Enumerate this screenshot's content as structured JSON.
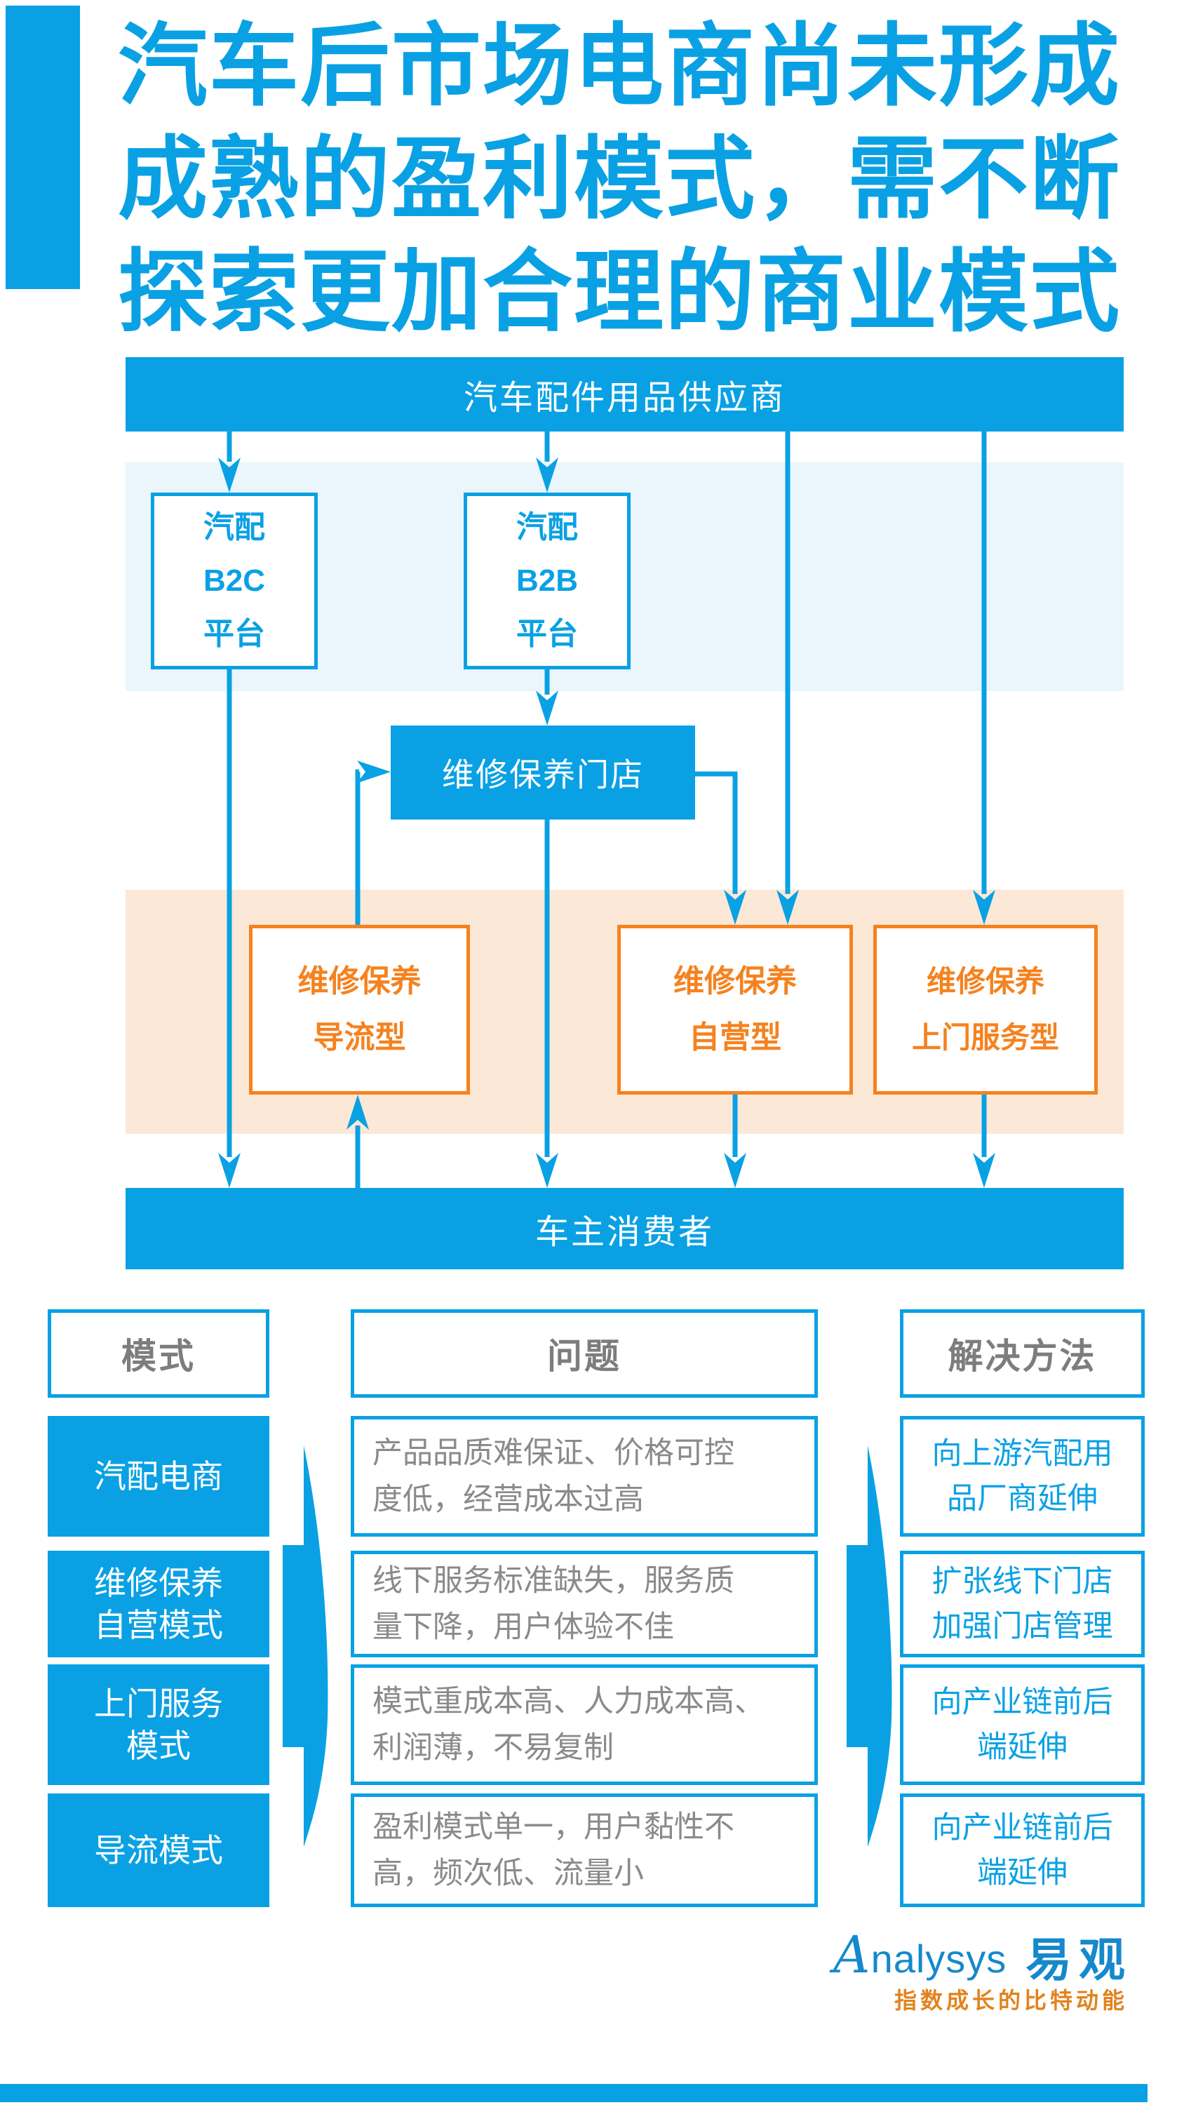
{
  "title": {
    "lines": [
      "汽车后市场电商尚未形成",
      "成熟的盈利模式，需不断",
      "探索更加合理的商业模式"
    ]
  },
  "flow": {
    "supplier_label": "汽车配件用品供应商",
    "b2c_label": "汽配\nB2C\n平台",
    "b2b_label": "汽配\nB2B\n平台",
    "store_label": "维修保养门店",
    "service_types": [
      "维修保养\n导流型",
      "维修保养\n自营型",
      "维修保养\n上门服务型"
    ],
    "consumer_label": "车主消费者"
  },
  "table": {
    "headers": [
      "模式",
      "问题",
      "解决方法"
    ],
    "rows": [
      {
        "mode": "汽配电商",
        "problem": "产品品质难保证、价格可控\n度低，经营成本过高",
        "solution": "向上游汽配用\n品厂商延伸"
      },
      {
        "mode": "维修保养\n自营模式",
        "problem": "线下服务标准缺失，服务质\n量下降，用户体验不佳",
        "solution": "扩张线下门店\n加强门店管理"
      },
      {
        "mode": "上门服务\n模式",
        "problem": "模式重成本高、人力成本高、\n利润薄，不易复制",
        "solution": "向产业链前后\n端延伸"
      },
      {
        "mode": "导流模式",
        "problem": "盈利模式单一，用户黏性不\n高，频次低、流量小",
        "solution": "向产业链前后\n端延伸"
      }
    ]
  },
  "logo": {
    "en": "Analysys",
    "cn": "易观",
    "tagline": "指数成长的比特动能"
  },
  "colors": {
    "blue": "#0aa1e4",
    "light_blue": "#eaf6fc",
    "orange": "#f5821f",
    "light_orange": "#fbe8d6",
    "gray_text": "#8a8a8a",
    "header_gray": "#7d7d7d",
    "logo_blue": "#1589cb",
    "tagline_orange": "#e2831d"
  }
}
